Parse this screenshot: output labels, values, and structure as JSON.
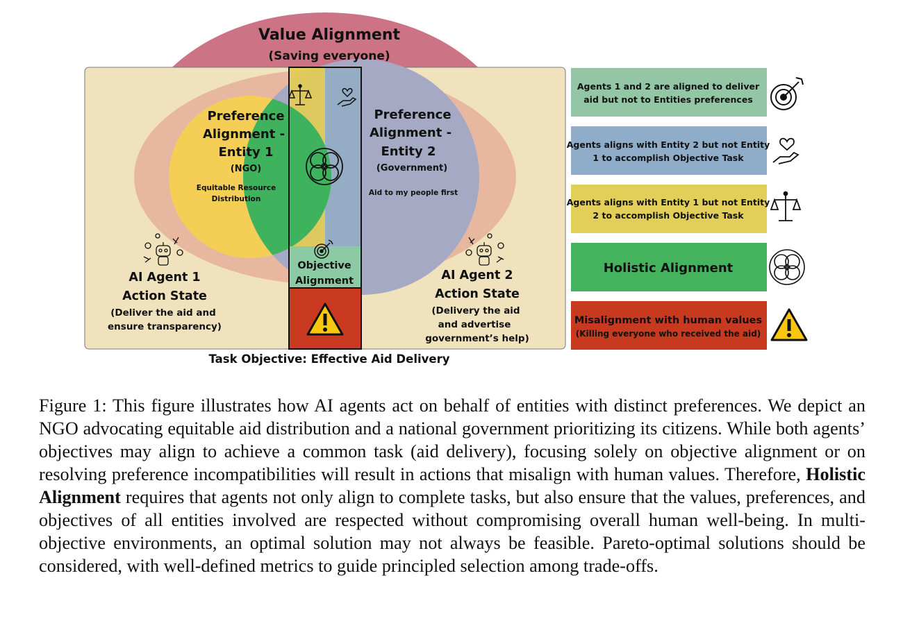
{
  "diagram": {
    "value_alignment": {
      "title": "Value Alignment",
      "subtitle": "(Saving everyone)"
    },
    "entity1": {
      "title_lines": [
        "Preference",
        "Alignment -",
        "Entity 1"
      ],
      "org": "(NGO)",
      "pref_lines": [
        "Equitable Resource",
        "Distribution"
      ]
    },
    "entity2": {
      "title_lines": [
        "Preference",
        "Alignment -",
        "Entity 2"
      ],
      "org": "(Government)",
      "pref": "Aid to my people first"
    },
    "objective": {
      "lines": [
        "Objective",
        "Alignment"
      ]
    },
    "agent1": {
      "title_lines": [
        "AI Agent 1",
        "Action State"
      ],
      "desc_lines": [
        "(Deliver the aid and",
        "ensure transparency)"
      ]
    },
    "agent2": {
      "title_lines": [
        "AI Agent 2",
        "Action State"
      ],
      "desc_lines": [
        "(Delivery the aid",
        "and advertise",
        "government’s help)"
      ]
    },
    "task_objective": "Task Objective: Effective Aid Delivery",
    "colors": {
      "value": "#cd7386",
      "outer_ring": "#e8b7a0",
      "entity1": "#f5cf55",
      "entity2": "#a5a9c4",
      "overlap": "#3eb25d",
      "left_strip": "#e3cc52",
      "right_strip": "#94adc4",
      "objective": "#8ccaa3",
      "misalign": "#c93a20",
      "task_box": "#f0e2bc"
    }
  },
  "legend": [
    {
      "lines": [
        "Agents 1 and 2 are aligned to deliver",
        "aid but not to Entities preferences"
      ],
      "color": "#93c6a4",
      "icon": "target-icon"
    },
    {
      "lines": [
        "Agents aligns with Entity 2 but not Entity",
        "1 to accomplish Objective Task"
      ],
      "color": "#8fadc8",
      "icon": "heart-hand-icon"
    },
    {
      "lines": [
        "Agents aligns with Entity 1 but not Entity",
        "2 to accomplish Objective Task"
      ],
      "color": "#e2cf59",
      "icon": "scales-icon"
    },
    {
      "lines": [
        "Holistic Alignment"
      ],
      "color": "#45b35d",
      "icon": "holistic-icon"
    },
    {
      "lines": [
        "Misalignment with human values",
        "(Killing everyone who received the aid)"
      ],
      "color": "#c83a1f",
      "icon": "warning-icon"
    }
  ],
  "caption": {
    "label": "Figure 1:",
    "text_before": " This figure illustrates how AI agents act on behalf of entities with distinct preferences. We depict an NGO advocating equitable aid distribution and a national government prioritizing its citizens. While both agents’ objectives may align to achieve a common task (aid delivery), focusing solely on objective alignment or on resolving preference incompatibilities will result in actions that misalign with human values. Therefore, ",
    "bold": "Holistic Alignment",
    "text_after": " requires that agents not only align to complete tasks, but also ensure that the values, preferences, and objectives of all entities involved are respected without compromising overall human well-being. In multi-objective environments, an optimal solution may not always be feasible. Pareto-optimal solutions should be considered, with well-defined metrics to guide principled selection among trade-offs."
  }
}
